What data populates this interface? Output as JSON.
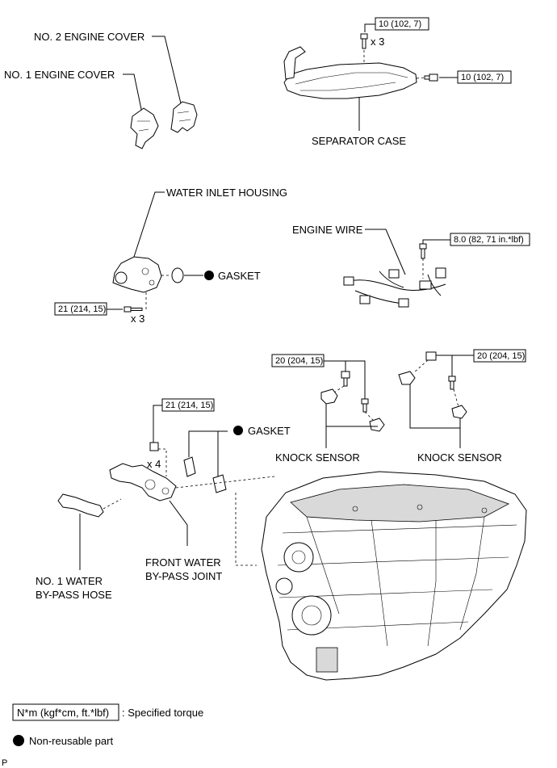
{
  "labels": {
    "no2_engine_cover": "NO. 2 ENGINE COVER",
    "no1_engine_cover": "NO. 1 ENGINE COVER",
    "separator_case": "SEPARATOR CASE",
    "water_inlet_housing": "WATER INLET HOUSING",
    "gasket_1": "GASKET",
    "engine_wire": "ENGINE WIRE",
    "knock_sensor_left": "KNOCK SENSOR",
    "knock_sensor_right": "KNOCK SENSOR",
    "gasket_2": "GASKET",
    "front_water_bypass_joint_1": "FRONT WATER",
    "front_water_bypass_joint_2": "BY-PASS JOINT",
    "no1_water_bypass_hose_1": "NO. 1 WATER",
    "no1_water_bypass_hose_2": "BY-PASS HOSE"
  },
  "torque": {
    "separator_top": "10 (102, 7)",
    "separator_right": "10 (102, 7)",
    "water_inlet_housing": "21 (214, 15)",
    "engine_wire": "8.0 (82, 71 in.*lbf)",
    "knock_sensor_left": "20 (204, 15)",
    "knock_sensor_right": "20 (204, 15)",
    "bypass_joint": "21 (214, 15)"
  },
  "quantities": {
    "separator_bolts": "x 3",
    "housing_bolts": "x 3",
    "bypass_nuts": "x 4"
  },
  "legend": {
    "torque_unit": "N*m (kgf*cm, ft.*lbf)",
    "torque_desc": ": Specified torque",
    "non_reusable": "Non-reusable part"
  },
  "figure_code": "P",
  "colors": {
    "line": "#000000",
    "background": "#ffffff",
    "non_reusable_marker": "#000000"
  },
  "icons": [
    "bolt-icon",
    "nut-icon",
    "non-reusable-icon"
  ]
}
